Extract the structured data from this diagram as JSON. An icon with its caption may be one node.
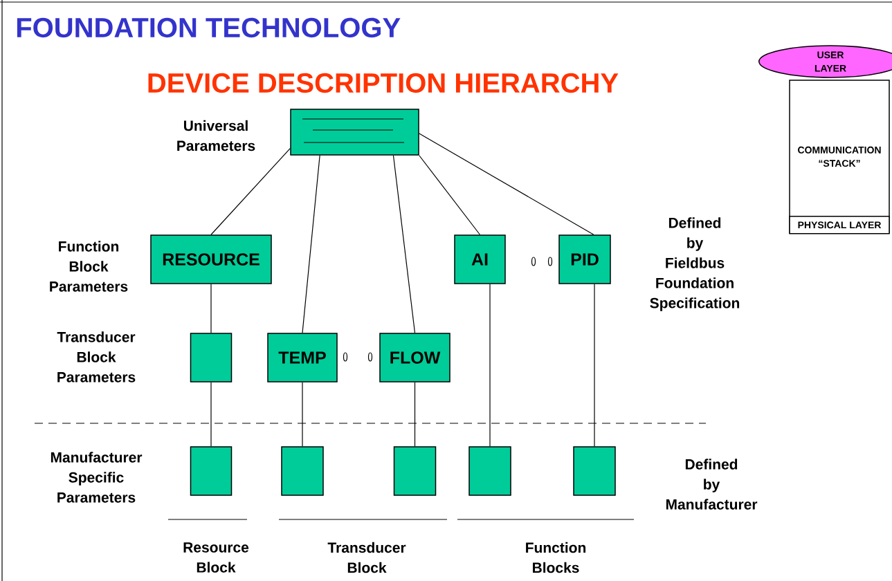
{
  "diagram": {
    "title": "FOUNDATION TECHNOLOGY",
    "nodes": [
      {
        "text": [],
        "shape": "box"
      },
      {
        "text": [
          "RESOURCE"
        ]
      },
      {
        "text": [
          "AI"
        ]
      },
      {
        "text": [
          "PID"
        ]
      },
      {
        "text": [],
        "shape": "box"
      },
      {
        "text": [
          "TEMP"
        ]
      },
      {
        "text": [
          "FLOW"
        ]
      },
      {
        "text": [],
        "shape": "box"
      },
      {
        "text": [],
        "shape": "box"
      },
      {
        "text": [],
        "shape": "box"
      },
      {
        "text": [],
        "shape": "box"
      },
      {
        "text": [],
        "shape": "box"
      },
      {
        "text": [
          "USER LAYER"
        ]
      },
      {
        "text": [
          "COMMUNICATION “STACK”"
        ]
      },
      {
        "text": [
          "PHYSICAL LAYER"
        ],
        "in": 13
      }
    ],
    "edges": [
      {
        "from": 0,
        "to": 1,
        "arrow": "none"
      },
      {
        "from": 0,
        "to": 5,
        "arrow": "none"
      },
      {
        "from": 0,
        "to": 6,
        "arrow": "none"
      },
      {
        "from": 0,
        "to": 2,
        "arrow": "none"
      },
      {
        "from": 0,
        "to": 3,
        "arrow": "none"
      },
      {
        "from": 1,
        "to": 4,
        "arrow": "none"
      },
      {
        "from": 4,
        "to": 7,
        "arrow": "none"
      },
      {
        "from": 5,
        "to": 8,
        "arrow": "none"
      },
      {
        "from": 6,
        "to": 9,
        "arrow": "none"
      },
      {
        "from": 2,
        "to": 10,
        "arrow": "none"
      },
      {
        "from": 3,
        "to": 11,
        "arrow": "none"
      }
    ],
    "labels": [
      "DEVICE DESCRIPTION HIERARCHY",
      "Universal Parameters",
      "Function Block Parameters",
      "Defined by Fieldbus Foundation Specification",
      "Transducer Block Parameters",
      "Manufacturer Specific Parameters",
      "Defined by Manufacturer",
      "Resource Block",
      "Transducer Block",
      "Function Blocks"
    ]
  }
}
